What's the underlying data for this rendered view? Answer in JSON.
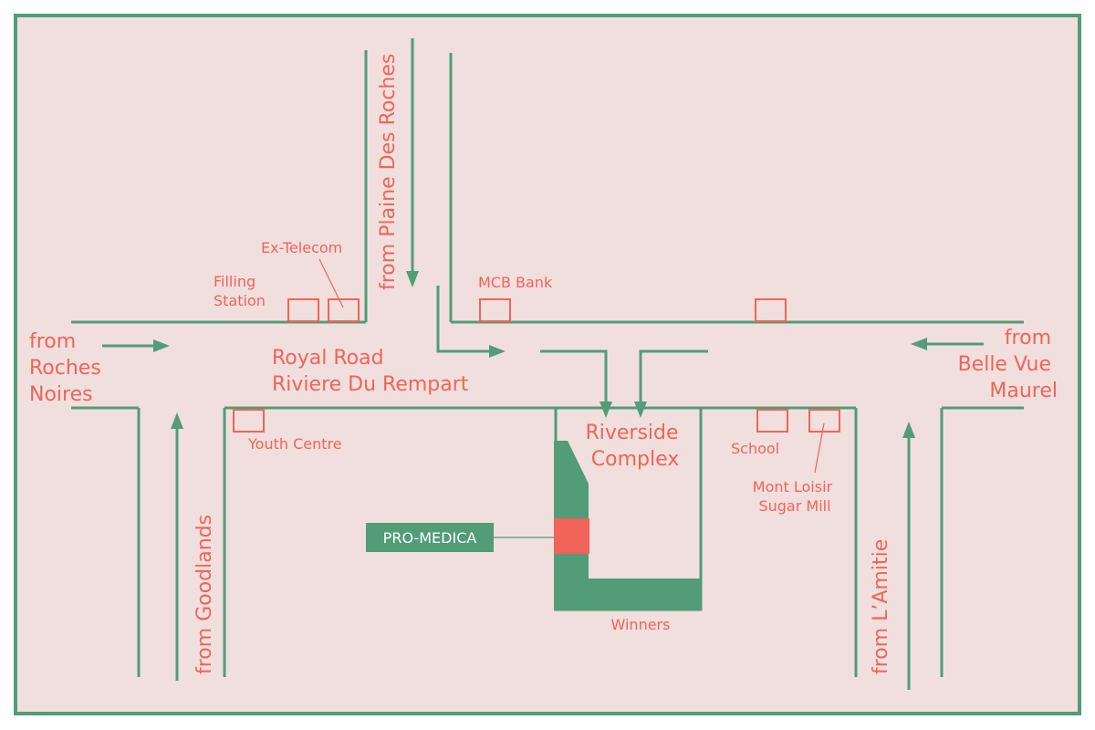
{
  "colors": {
    "background": "#f0dfdd",
    "border": "#529c78",
    "road": "#529c78",
    "label": "#f0645a",
    "pro_medica_block": "#f0645a",
    "pro_medica_tag_bg": "#529c78",
    "pro_medica_tag_text": "#ffffff"
  },
  "labels": {
    "from_roches_noires": [
      "from",
      "Roches",
      "Noires"
    ],
    "from_belle_vue_maurel": [
      "from",
      "Belle Vue",
      "Maurel"
    ],
    "from_plaine_des_roches": "from Plaine Des Roches",
    "from_goodlands": "from Goodlands",
    "from_lamitie": "from L’Amitie",
    "royal_road": [
      "Royal Road",
      "Riviere Du Rempart"
    ],
    "riverside_complex": [
      "Riverside",
      "Complex"
    ],
    "filling_station": [
      "Filling",
      "Station"
    ],
    "ex_telecom": "Ex-Telecom",
    "mcb_bank": "MCB Bank",
    "youth_centre": "Youth Centre",
    "school": "School",
    "mont_loisir": [
      "Mont Loisir",
      "Sugar Mill"
    ],
    "winners": "Winners",
    "pro_medica": "PRO-MEDICA"
  },
  "icons": {
    "traffic_direction": "arrow-icon",
    "landmark": "building-box-icon"
  }
}
